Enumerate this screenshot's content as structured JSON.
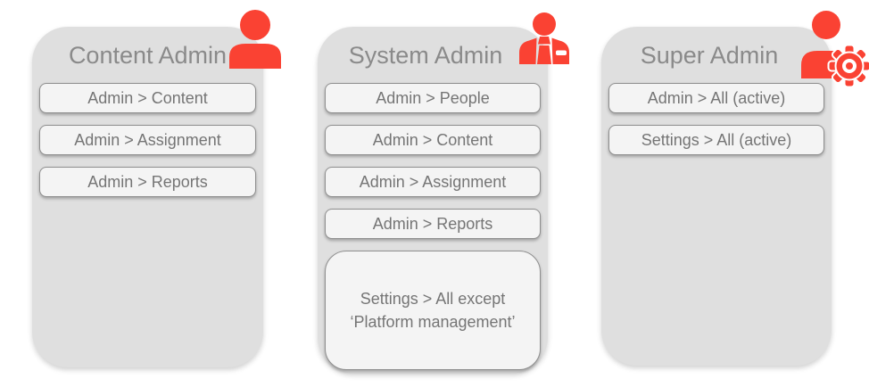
{
  "colors": {
    "accent_red": "#fa4233",
    "card_bg": "#dfdfdf",
    "chip_bg": "#f4f4f4",
    "chip_border": "#8f8f8f",
    "title_text": "#8a8a8a",
    "chip_text": "#757575",
    "page_bg": "#ffffff"
  },
  "cards": [
    {
      "title": "Content Admin",
      "icon": "person-icon",
      "items": [
        "Admin > Content",
        "Admin > Assignment",
        "Admin > Reports"
      ]
    },
    {
      "title": "System Admin",
      "icon": "business-person-minus-icon",
      "items": [
        "Admin > People",
        "Admin > Content",
        "Admin > Assignment",
        "Admin > Reports"
      ],
      "settings_box": {
        "line1": "Settings > All except",
        "line2": "‘Platform management’"
      }
    },
    {
      "title": "Super Admin",
      "icon": "person-gear-icon",
      "items": [
        "Admin > All (active)",
        "Settings > All (active)"
      ]
    }
  ]
}
